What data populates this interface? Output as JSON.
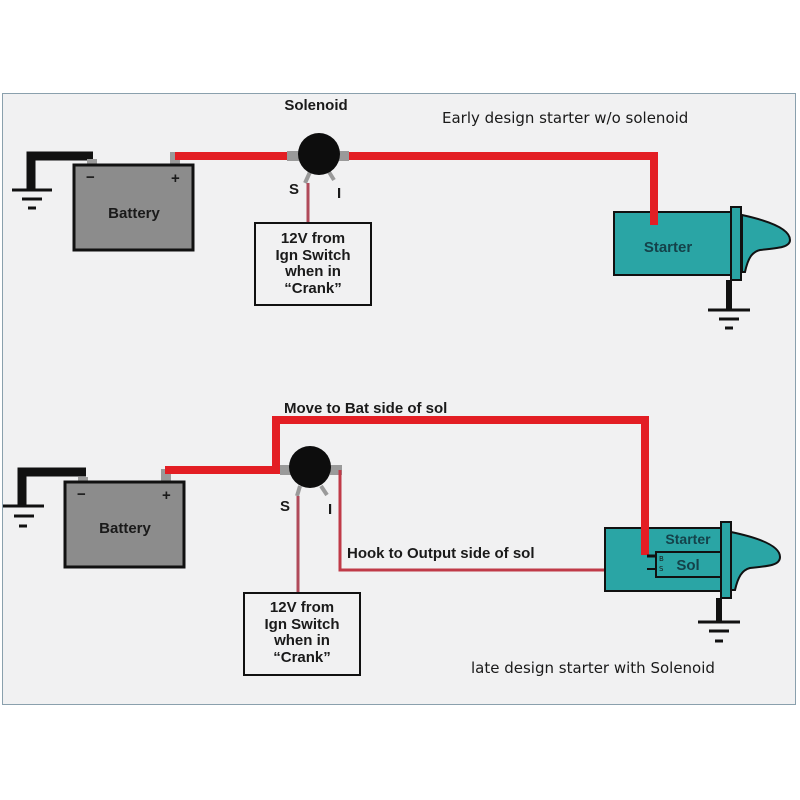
{
  "colors": {
    "background": "#f1f1f2",
    "wire_power": "#e31e24",
    "wire_signal": "#b04a5a",
    "battery_fill": "#8c8c8c",
    "starter_fill": "#2aa5a5",
    "solenoid_fill": "#0d0d0d",
    "terminal": "#9a9a9a"
  },
  "top_diagram": {
    "caption": "Early design starter w/o solenoid",
    "solenoid_label": "Solenoid",
    "battery": {
      "label": "Battery",
      "neg": "−",
      "pos": "+"
    },
    "solenoid_terminals": {
      "s": "S",
      "i": "I"
    },
    "ign_box": {
      "lines": [
        "12V from",
        "Ign Switch",
        "when in",
        "“Crank”"
      ]
    },
    "starter": {
      "label": "Starter"
    }
  },
  "bottom_diagram": {
    "caption": "late design starter with Solenoid",
    "wire_label_top": "Move to Bat side of sol",
    "wire_label_bottom": "Hook to Output side of sol",
    "battery": {
      "label": "Battery",
      "neg": "−",
      "pos": "+"
    },
    "solenoid_terminals": {
      "s": "S",
      "i": "I"
    },
    "ign_box": {
      "lines": [
        "12V from",
        "Ign Switch",
        "when in",
        "“Crank”"
      ]
    },
    "starter": {
      "label": "Starter",
      "sol_label": "Sol",
      "term_b": "B",
      "term_s": "S"
    }
  }
}
